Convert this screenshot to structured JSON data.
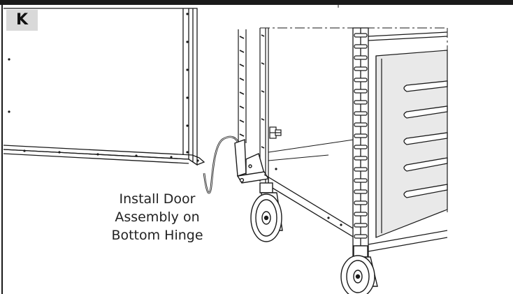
{
  "step": {
    "label": "K"
  },
  "callout": {
    "lines": [
      "Install Door",
      "Assembly on",
      "Bottom Hinge"
    ]
  },
  "colors": {
    "ink": "#1a1a1a",
    "badge_fill": "#d9d9d9",
    "cabinet_shade": "#e9e9e9"
  }
}
